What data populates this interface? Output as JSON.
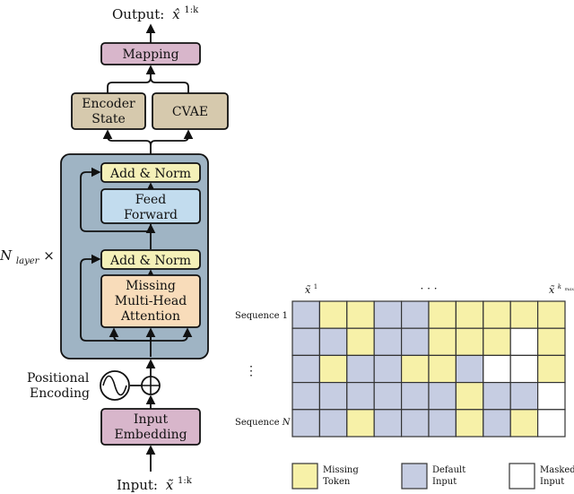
{
  "architecture": {
    "output_label": "Output:",
    "output_var": "x̂",
    "output_sup": "1:k",
    "mapping": "Mapping",
    "encoder_state_line1": "Encoder",
    "encoder_state_line2": "State",
    "cvae": "CVAE",
    "add_norm_top": "Add & Norm",
    "feed_forward_line1": "Feed",
    "feed_forward_line2": "Forward",
    "add_norm_bottom": "Add & Norm",
    "attention_line1": "Missing",
    "attention_line2": "Multi-Head",
    "attention_line3": "Attention",
    "repeat_label": "N",
    "repeat_sub": "layer",
    "repeat_times": "×",
    "pos_enc_line1": "Positional",
    "pos_enc_line2": "Encoding",
    "input_embedding_line1": "Input",
    "input_embedding_line2": "Embedding",
    "input_label": "Input:",
    "input_var": "x̃",
    "input_sup": "1:k"
  },
  "grid": {
    "col_first": "x̃",
    "col_first_sup": "1",
    "col_dots": "· · ·",
    "col_last": "x̃",
    "col_last_sup": "k",
    "col_last_subsup": "max",
    "row_first": "Sequence 1",
    "row_dots": "⋮",
    "row_last": "Sequence",
    "row_last_var": "N",
    "legend_missing_line1": "Missing",
    "legend_missing_line2": "Token",
    "legend_default_line1": "Default",
    "legend_default_line2": "Input",
    "legend_masked_line1": "Masked",
    "legend_masked_line2": "Input",
    "cells": [
      [
        "D",
        "M",
        "M",
        "D",
        "D",
        "M",
        "M",
        "M",
        "M",
        "M"
      ],
      [
        "D",
        "D",
        "M",
        "D",
        "D",
        "M",
        "M",
        "M",
        "W",
        "M"
      ],
      [
        "D",
        "M",
        "D",
        "D",
        "M",
        "M",
        "D",
        "W",
        "W",
        "M"
      ],
      [
        "D",
        "D",
        "D",
        "D",
        "D",
        "D",
        "M",
        "D",
        "D",
        "W"
      ],
      [
        "D",
        "D",
        "M",
        "D",
        "D",
        "D",
        "M",
        "D",
        "M",
        "W"
      ]
    ]
  },
  "colors": {
    "missing": "#f7f1a8",
    "default": "#c6cde2",
    "masked": "#ffffff",
    "panel": "#9fb4c4",
    "mapping": "#d8b6cb",
    "encoder": "#d6c9ad",
    "add_norm": "#f4f0b8",
    "feed_forward": "#c2dcee",
    "attention": "#f8dcba",
    "embedding": "#d8b6cb"
  }
}
